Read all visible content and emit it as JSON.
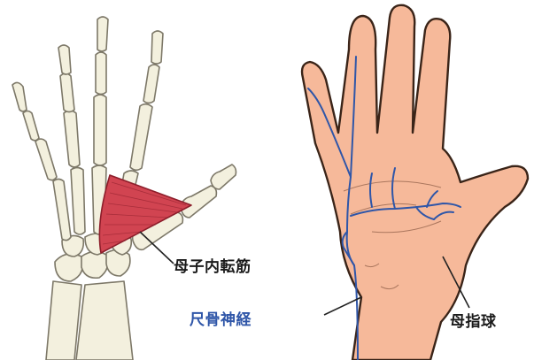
{
  "labels": {
    "adductor": "母子内転筋",
    "ulnar_nerve": "尺骨神経",
    "thenar": "母指球"
  },
  "colors": {
    "bone_fill": "#f3f0de",
    "bone_stroke": "#7d7868",
    "muscle_fill": "#d14451",
    "muscle_stroke": "#8d1e2b",
    "skin_fill": "#f6b99a",
    "skin_stroke": "#3a2418",
    "nerve": "#2f56a8",
    "leader": "#222222",
    "text": "#1a1a1a"
  }
}
